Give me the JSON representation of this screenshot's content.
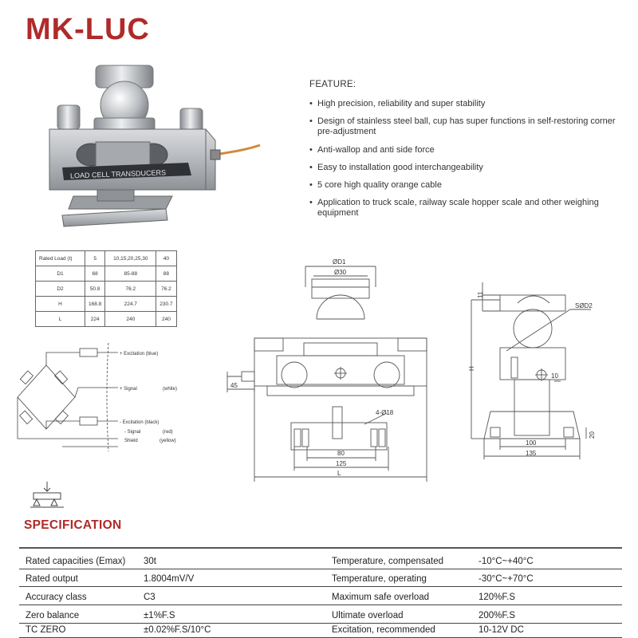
{
  "title": "MK-LUC",
  "photo": {
    "band_text": "LOAD CELL TRANSDUCERS"
  },
  "feature": {
    "heading": "FEATURE:",
    "items": [
      "High precision, reliability and super stability",
      "Design of stainless steel ball, cup has super functions in self-restoring corner pre-adjustment",
      "Anti-wallop and anti side force",
      "Easy to installation good interchangeability",
      "5 core high quality orange cable",
      "Application to truck scale, railway scale hopper scale and other weighing equipment"
    ]
  },
  "rated_table": {
    "rows": [
      [
        "Rated Load (t)",
        "5",
        "10,15,20,25,30",
        "40"
      ],
      [
        "D1",
        "68",
        "85-88",
        "88"
      ],
      [
        "D2",
        "50.8",
        "76.2",
        "76.2"
      ],
      [
        "H",
        "168.8",
        "224.7",
        "230.7"
      ],
      [
        "L",
        "224",
        "240",
        "240"
      ]
    ]
  },
  "wiring": {
    "excitation_blue": "+ Excitation (blue)",
    "signal_plus": "+ Signal",
    "signal_plus_color": "(white)",
    "excitation_black": "- Excitation (black)",
    "signal_minus": "- Signal",
    "signal_minus_color": "(red)",
    "shield": "Shield",
    "shield_color": "(yellow)"
  },
  "front_drawing": {
    "d1": "ØD1",
    "d30": "Ø30",
    "cable_len": "45",
    "holes": "4-Ø18",
    "dim80": "80",
    "dim125": "125",
    "dimL": "L"
  },
  "side_drawing": {
    "dim11": "11",
    "sr": "SØD2",
    "dimH": "H",
    "dim10": "10",
    "dim20": "20",
    "dim100": "100",
    "dim135": "135"
  },
  "spec": {
    "title": "SPECIFICATION",
    "rows": [
      [
        "Rated capacities (Emax)",
        "30t",
        "Temperature, compensated",
        "-10°C~+40°C"
      ],
      [
        "Rated output",
        "1.8004mV/V",
        "Temperature, operating",
        "-30°C~+70°C"
      ],
      [
        "Accuracy class",
        "C3",
        "Maximum safe overload",
        "120%F.S"
      ],
      [
        "Zero balance",
        "±1%F.S",
        "Ultimate overload",
        "200%F.S"
      ],
      [
        "TC ZERO",
        "±0.02%F.S/10°C",
        "Excitation, recommended",
        "10-12V DC"
      ]
    ]
  },
  "colors": {
    "brand": "#b02a2a",
    "metal": "#b8babd",
    "cable": "#d08a3a"
  }
}
